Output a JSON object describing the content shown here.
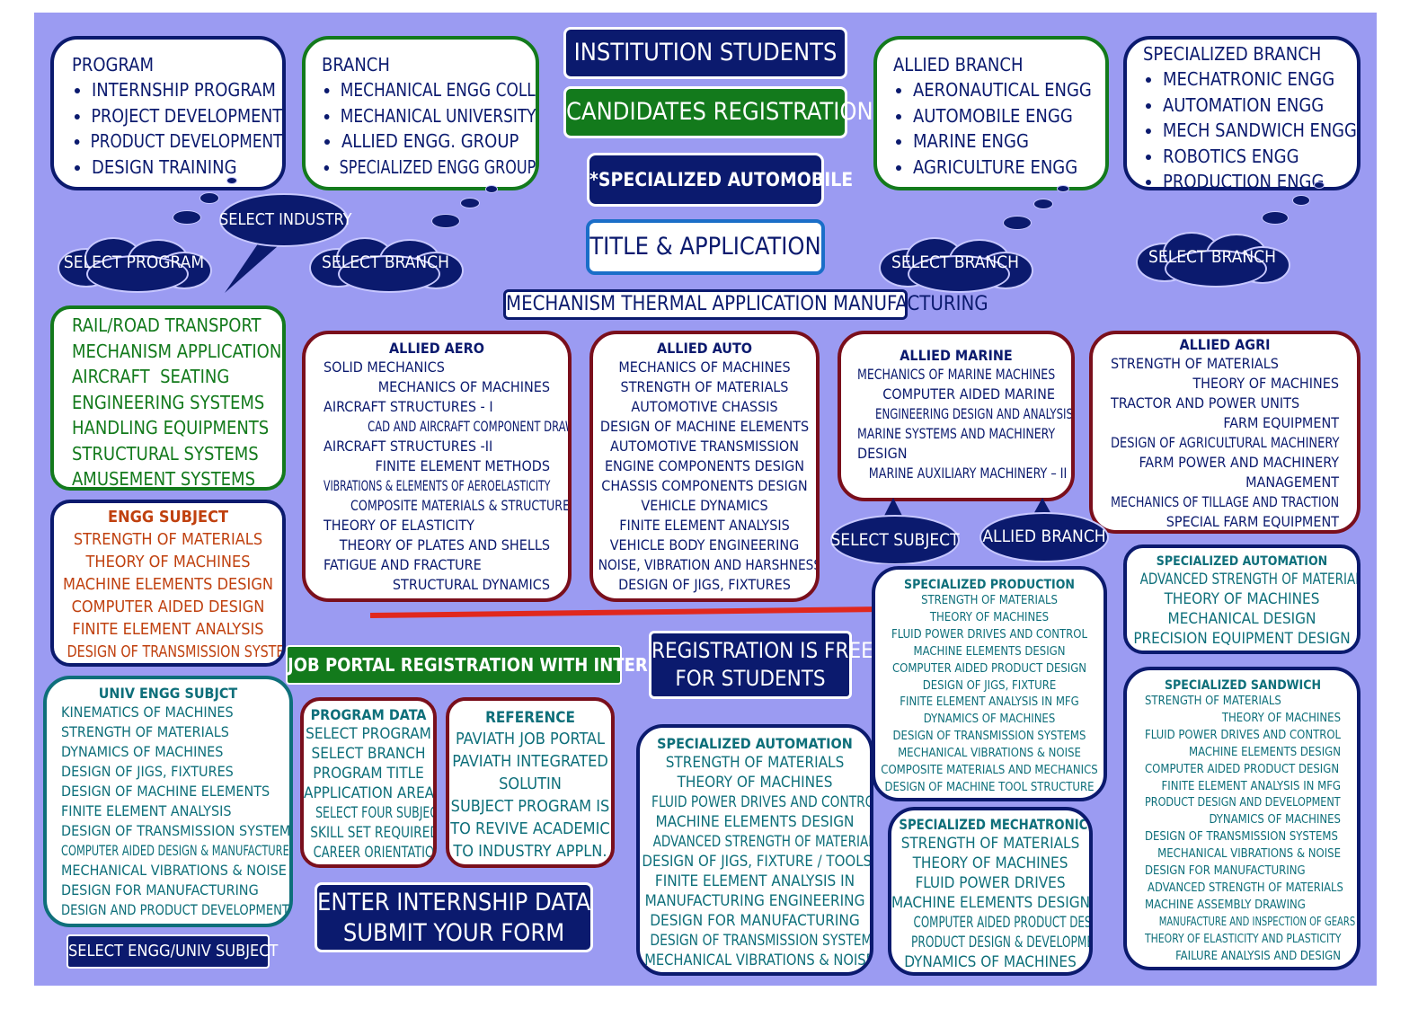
{
  "program": {
    "heading": "PROGRAM",
    "items": [
      "INTERNSHIP PROGRAM",
      "PROJECT DEVELOPMENT",
      "PRODUCT DEVELOPMENT",
      "DESIGN TRAINING"
    ]
  },
  "branch": {
    "heading": "BRANCH",
    "items": [
      "MECHANICAL ENGG COLL",
      "MECHANICAL UNIVERSITY",
      "ALLIED ENGG. GROUP",
      "SPECIALIZED ENGG GROUP"
    ]
  },
  "allied_branch": {
    "heading": "ALLIED BRANCH",
    "items": [
      "AERONAUTICAL ENGG",
      "AUTOMOBILE ENGG",
      "MARINE ENGG",
      "AGRICULTURE ENGG"
    ]
  },
  "specialized_branch": {
    "heading": "SPECIALIZED BRANCH",
    "items": [
      "MECHATRONIC ENGG",
      "AUTOMATION ENGG",
      "MECH SANDWICH ENGG",
      "ROBOTICS ENGG",
      "PRODUCTION ENGG"
    ]
  },
  "center": {
    "institution": "INSTITUTION STUDENTS",
    "candidates": "CANDIDATES REGISTRATION",
    "specialized": "*SPECIALIZED AUTOMOBILE",
    "title_app": "TITLE & APPLICATION",
    "mechanism": "MECHANISM THERMAL APPLICATION MANUFACTURING"
  },
  "clouds": {
    "select_program": "SELECT PROGRAM",
    "select_industry": "SELECT INDUSTRY",
    "select_branch": "SELECT BRANCH",
    "select_subject": "SELECT SUBJECT",
    "allied_branch": "ALLIED BRANCH"
  },
  "industries": [
    "RAIL/ROAD TRANSPORT",
    "MECHANISM APPLICATION",
    "AIRCRAFT  SEATING",
    "ENGINEERING SYSTEMS",
    "HANDLING EQUIPMENTS",
    "STRUCTURAL SYSTEMS",
    "AMUSEMENT SYSTEMS"
  ],
  "engg_subject": {
    "title": "ENGG SUBJECT",
    "items": [
      "STRENGTH OF MATERIALS",
      "THEORY OF MACHINES",
      "MACHINE ELEMENTS DESIGN",
      "COMPUTER AIDED DESIGN",
      "FINITE ELEMENT ANALYSIS",
      "DESIGN OF TRANSMISSION SYSTEM"
    ]
  },
  "allied_aero": {
    "title": "ALLIED AERO",
    "lines": [
      "SOLID MECHANICS",
      "MECHANICS OF MACHINES",
      "AIRCRAFT STRUCTURES - I",
      "CAD AND AIRCRAFT COMPONENT DRAWING",
      "AIRCRAFT STRUCTURES -II",
      "FINITE ELEMENT METHODS",
      "VIBRATIONS & ELEMENTS OF AEROELASTICITY",
      "COMPOSITE MATERIALS & STRUCTURES",
      "THEORY OF ELASTICITY",
      "THEORY OF PLATES AND SHELLS",
      "FATIGUE AND FRACTURE",
      "STRUCTURAL DYNAMICS"
    ]
  },
  "allied_auto": {
    "title": "ALLIED AUTO",
    "lines": [
      "MECHANICS OF MACHINES",
      "STRENGTH OF MATERIALS",
      "AUTOMOTIVE CHASSIS",
      "DESIGN OF MACHINE ELEMENTS",
      "AUTOMOTIVE TRANSMISSION",
      "ENGINE COMPONENTS DESIGN",
      "CHASSIS COMPONENTS DESIGN",
      "VEHICLE DYNAMICS",
      "FINITE ELEMENT ANALYSIS",
      "VEHICLE BODY ENGINEERING",
      "NOISE, VIBRATION AND HARSHNESS",
      "DESIGN OF JIGS, FIXTURES"
    ]
  },
  "allied_marine": {
    "title": "ALLIED MARINE",
    "lines": [
      "MECHANICS OF MARINE MACHINES",
      "COMPUTER AIDED MARINE",
      "ENGINEERING DESIGN AND ANALYSIS",
      "MARINE SYSTEMS AND MACHINERY",
      "DESIGN",
      "MARINE AUXILIARY MACHINERY – II"
    ]
  },
  "allied_agri": {
    "title": "ALLIED AGRI",
    "lines": [
      "STRENGTH OF MATERIALS",
      "THEORY OF MACHINES",
      "TRACTOR AND POWER UNITS",
      "FARM EQUIPMENT",
      "DESIGN OF AGRICULTURAL MACHINERY",
      "FARM POWER AND MACHINERY",
      "MANAGEMENT",
      "MECHANICS OF TILLAGE AND TRACTION",
      "SPECIAL FARM EQUIPMENT"
    ]
  },
  "job_portal": "JOB PORTAL REGISTRATION WITH INTERNSHIP",
  "registration_free": [
    "REGISTRATION IS FREE",
    "FOR STUDENTS"
  ],
  "univ_engg": {
    "title": "UNIV ENGG SUBJCT",
    "items": [
      "KINEMATICS OF MACHINES",
      "STRENGTH OF MATERIALS",
      "DYNAMICS OF MACHINES",
      "DESIGN OF JIGS, FIXTURES",
      "DESIGN OF MACHINE ELEMENTS",
      "FINITE ELEMENT ANALYSIS",
      "DESIGN OF TRANSMISSION SYSTEM",
      "COMPUTER AIDED DESIGN & MANUFACTURE",
      "MECHANICAL VIBRATIONS & NOISE",
      "DESIGN FOR MANUFACTURING",
      "DESIGN AND PRODUCT DEVELOPMENT"
    ]
  },
  "program_data": {
    "title": "PROGRAM DATA",
    "items": [
      "SELECT PROGRAM",
      "SELECT BRANCH",
      "PROGRAM TITLE",
      "APPLICATION AREA",
      "SELECT FOUR SUBJECT",
      "SKILL SET REQUIRED",
      "CAREER ORIENTATION"
    ]
  },
  "reference": {
    "title": "REFERENCE",
    "items": [
      "PAVIATH JOB PORTAL",
      "PAVIATH INTEGRATED",
      "SOLUTIN",
      "SUBJECT PROGRAM IS",
      "TO REVIVE ACADEMIC",
      "TO INDUSTRY APPLN."
    ]
  },
  "enter_internship": [
    "ENTER INTERNSHIP DATA",
    "SUBMIT YOUR FORM"
  ],
  "select_engg_univ": "SELECT ENGG/UNIV SUBJECT",
  "spec_automation_mid": {
    "title": "SPECIALIZED AUTOMATION",
    "items": [
      "STRENGTH OF MATERIALS",
      "THEORY OF MACHINES",
      "FLUID POWER DRIVES AND CONTROL",
      "MACHINE ELEMENTS DESIGN",
      "ADVANCED STRENGTH OF MATERIALS",
      "DESIGN OF JIGS, FIXTURE / TOOLS",
      "FINITE ELEMENT ANALYSIS IN",
      "MANUFACTURING ENGINEERING",
      "DESIGN FOR MANUFACTURING",
      "DESIGN OF TRANSMISSION SYSTEMS",
      "MECHANICAL VIBRATIONS & NOISE"
    ]
  },
  "spec_production": {
    "title": "SPECIALIZED PRODUCTION",
    "items": [
      "STRENGTH OF MATERIALS",
      "THEORY OF MACHINES",
      "FLUID POWER DRIVES AND CONTROL",
      "MACHINE ELEMENTS DESIGN",
      "COMPUTER AIDED PRODUCT DESIGN",
      "DESIGN OF JIGS, FIXTURE",
      "FINITE ELEMENT ANALYSIS IN MFG",
      "DYNAMICS OF MACHINES",
      "DESIGN OF TRANSMISSION SYSTEMS",
      "MECHANICAL VIBRATIONS & NOISE",
      "COMPOSITE MATERIALS AND MECHANICS",
      "DESIGN OF MACHINE TOOL STRUCTURE"
    ]
  },
  "spec_mechatronics": {
    "title": "SPECIALIZED MECHATRONICS",
    "items": [
      "STRENGTH OF MATERIALS",
      "THEORY OF MACHINES",
      "FLUID POWER DRIVES",
      "MACHINE ELEMENTS DESIGN",
      "COMPUTER AIDED PRODUCT DESIGN",
      "PRODUCT DESIGN & DEVELOPMENT",
      "DYNAMICS OF MACHINES"
    ]
  },
  "spec_automation_right": {
    "title": "SPECIALIZED AUTOMATION",
    "items": [
      "ADVANCED STRENGTH OF MATERIALS",
      "THEORY OF MACHINES",
      "MECHANICAL DESIGN",
      "PRECISION EQUIPMENT DESIGN"
    ]
  },
  "spec_sandwich": {
    "title": "SPECIALIZED SANDWICH",
    "lines": [
      "STRENGTH OF MATERIALS",
      "THEORY OF MACHINES",
      "FLUID POWER DRIVES AND CONTROL",
      "MACHINE ELEMENTS DESIGN",
      "COMPUTER AIDED PRODUCT DESIGN",
      "FINITE ELEMENT ANALYSIS IN MFG",
      "PRODUCT DESIGN AND DEVELOPMENT",
      "DYNAMICS OF MACHINES",
      "DESIGN OF TRANSMISSION SYSTEMS",
      "MECHANICAL VIBRATIONS & NOISE",
      "DESIGN FOR MANUFACTURING",
      "ADVANCED STRENGTH OF MATERIALS",
      "MACHINE ASSEMBLY DRAWING",
      "MANUFACTURE AND INSPECTION OF GEARS",
      "THEORY OF ELASTICITY AND PLASTICITY",
      "FAILURE ANALYSIS AND DESIGN"
    ]
  },
  "colors": {
    "background": "#9b9bf2",
    "navy": "#0b1a6e",
    "green": "#137a1c",
    "maroon": "#7a0f1c",
    "teal": "#0e6f7a",
    "orange": "#c0410f",
    "red_line": "#e0281e"
  }
}
